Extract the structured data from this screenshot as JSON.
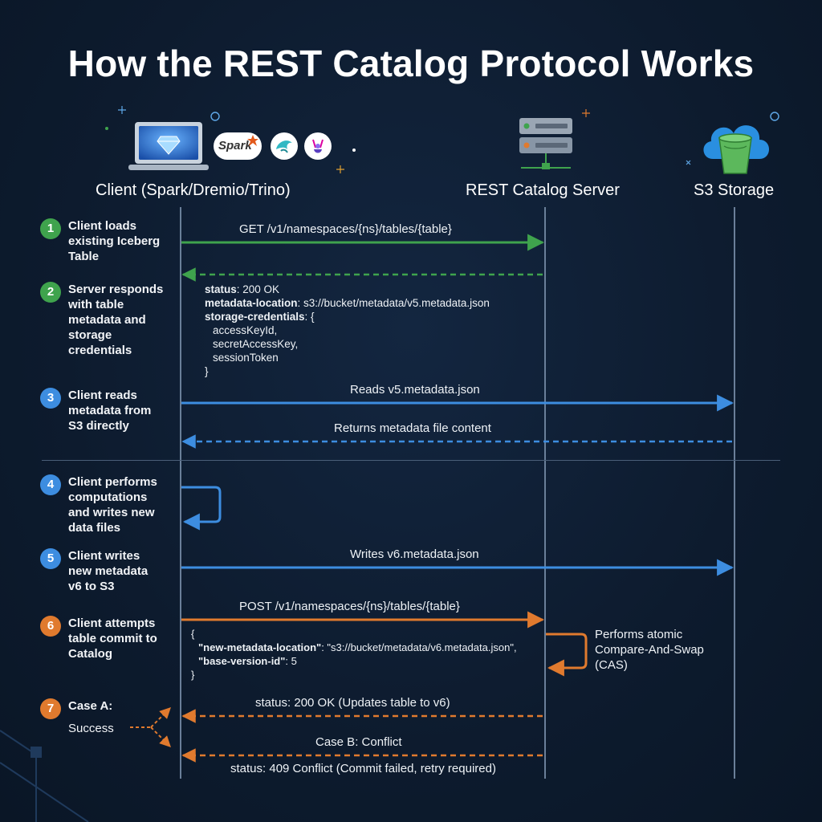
{
  "title": "How the REST Catalog Protocol Works",
  "actors": {
    "client": "Client (Spark/Dremio/Trino)",
    "server": "REST Catalog Server",
    "storage": "S3 Storage"
  },
  "logos": {
    "spark": "Spark"
  },
  "steps": [
    {
      "num": "1",
      "text": "Client loads existing Iceberg Table",
      "color": "#3fa34d"
    },
    {
      "num": "2",
      "text": "Server responds with table metadata and storage credentials",
      "color": "#3fa34d"
    },
    {
      "num": "3",
      "text": "Client reads metadata from S3 directly",
      "color": "#3d8de0"
    },
    {
      "num": "4",
      "text": "Client performs computations and writes new data files",
      "color": "#3d8de0"
    },
    {
      "num": "5",
      "text": "Client writes new metadata v6 to S3",
      "color": "#3d8de0"
    },
    {
      "num": "6",
      "text": "Client attempts table commit to Catalog",
      "color": "#e07a2e"
    },
    {
      "num": "7",
      "text": "Case A:",
      "color": "#e07a2e"
    }
  ],
  "success_label": "Success",
  "messages": {
    "get_request": "GET /v1/namespaces/{ns}/tables/{table}",
    "reads_v5": "Reads v5.metadata.json",
    "returns_content": "Returns metadata file content",
    "writes_v6": "Writes v6.metadata.json",
    "post_request": "POST /v1/namespaces/{ns}/tables/{table}",
    "status_ok": "status: 200 OK (Updates table to v6)",
    "case_b": "Case B: Conflict",
    "status_conflict": "status: 409 Conflict (Commit failed, retry required)",
    "cas": "Performs atomic Compare-And-Swap (CAS)"
  },
  "response_body": {
    "status_key": "status",
    "status_val": ": 200 OK",
    "metaloc_key": "metadata-location",
    "metaloc_val": ": s3://bucket/metadata/v5.metadata.json",
    "creds_key": "storage-credentials",
    "creds_val": ": {",
    "cred1": "accessKeyId,",
    "cred2": "secretAccessKey,",
    "cred3": "sessionToken",
    "close": "}"
  },
  "commit_body": {
    "open": "{",
    "newloc_key": "\"new-metadata-location\"",
    "newloc_val": ": \"s3://bucket/metadata/v6.metadata.json\",",
    "base_key": "\"base-version-id\"",
    "base_val": ": 5",
    "close": "}"
  },
  "colors": {
    "background": "#0d1b2e",
    "green": "#3fa34d",
    "blue": "#3d8de0",
    "orange": "#e07a2e",
    "lifeline": "#6a7f99"
  }
}
